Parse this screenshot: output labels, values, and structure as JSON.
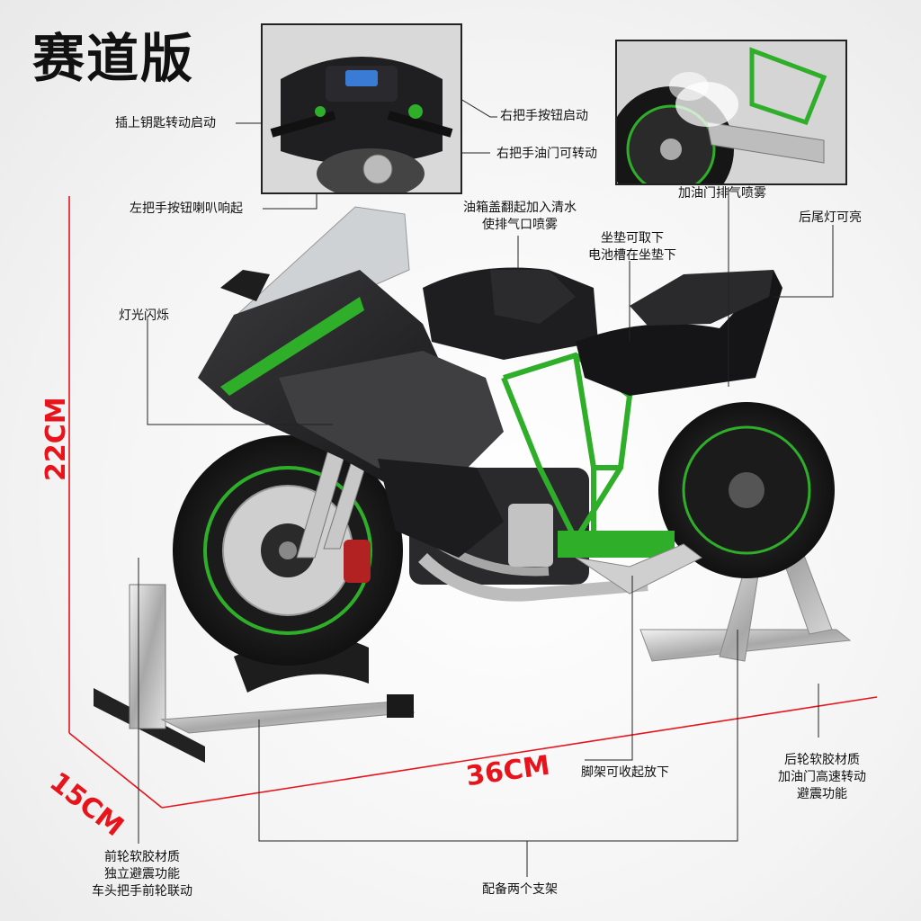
{
  "title": "赛道版",
  "labels": {
    "key_start": "插上钥匙转动启动",
    "right_button_start": "右把手按钮启动",
    "right_throttle": "右把手油门可转动",
    "left_horn": "左把手按钮喇叭响起",
    "tank_cap": [
      "油箱盖翻起加入清水",
      "使排气口喷雾"
    ],
    "seat": [
      "坐垫可取下",
      "电池槽在坐垫下"
    ],
    "exhaust_spray": "加油门排气喷雾",
    "tail_light": "后尾灯可亮",
    "headlight_flash": "灯光闪烁",
    "kickstand": "脚架可收起放下",
    "rear_wheel": [
      "后轮软胶材质",
      "加油门高速转动",
      "避震功能"
    ],
    "front_wheel": [
      "前轮软胶材质",
      "独立避震功能",
      "车头把手前轮联动"
    ],
    "stands": "配备两个支架"
  },
  "dimensions": {
    "height": "22CM",
    "depth": "15CM",
    "length": "36CM"
  },
  "colors": {
    "accent_red": "#e8141c",
    "kawasaki_green": "#2fae2a",
    "body_black": "#1c1c1e"
  }
}
